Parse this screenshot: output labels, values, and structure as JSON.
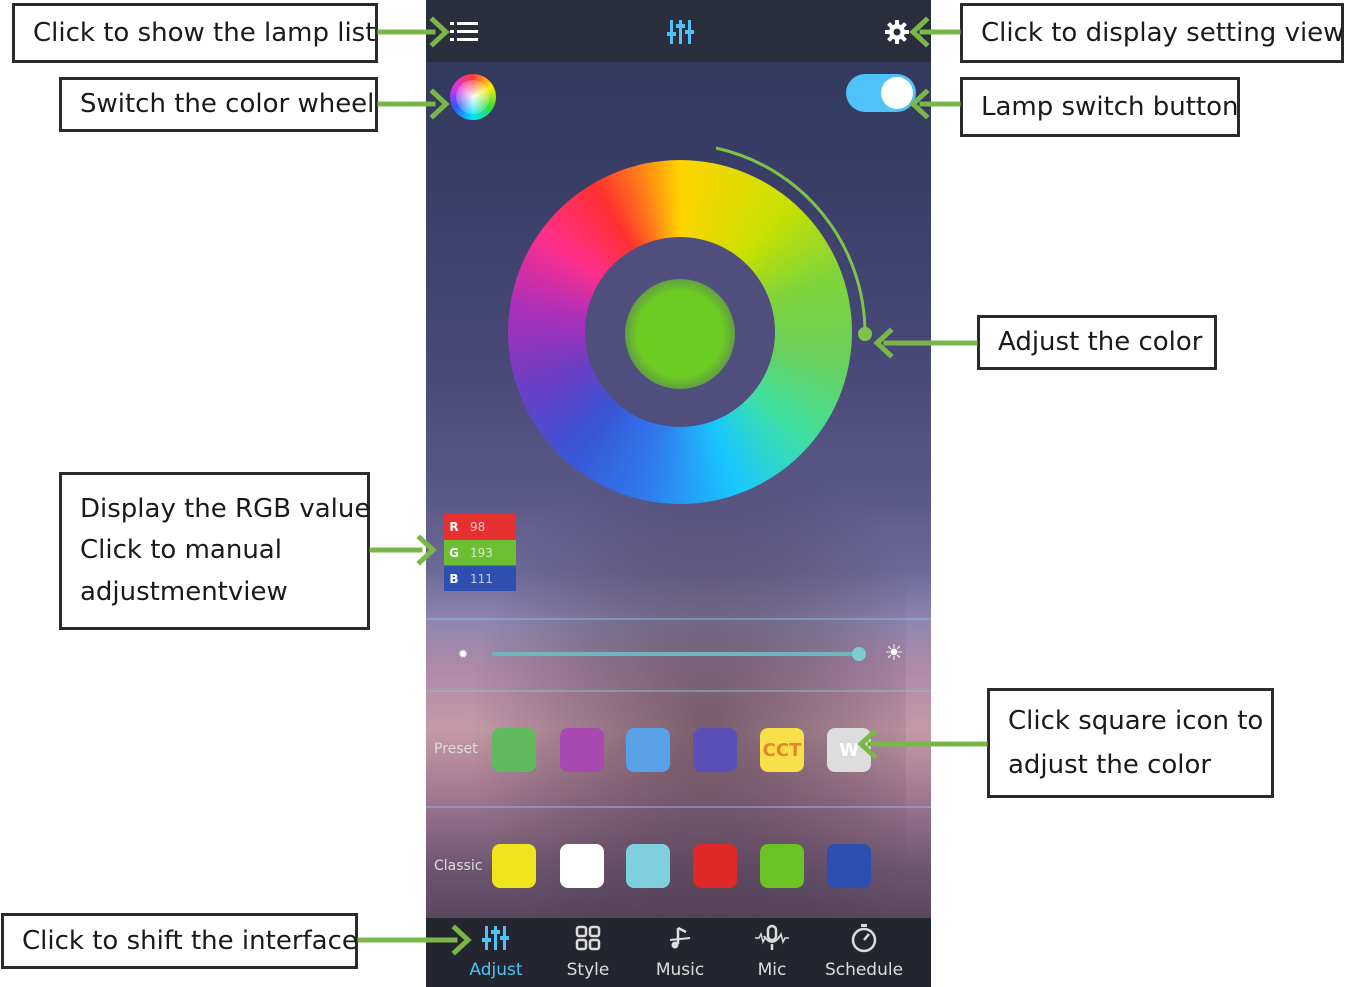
{
  "callouts": {
    "lamp_list": "Click to show the lamp list",
    "setting_view": "Click to display  setting view",
    "color_wheel": "Switch the color wheel",
    "lamp_switch": "Lamp switch button",
    "adjust_color": "Adjust the color",
    "rgb_line1": "Display the RGB value",
    "rgb_line2": "Click to manual",
    "rgb_line3": "adjustmentview",
    "square_line1": "Click square icon to",
    "square_line2": "adjust the color",
    "shift_interface": "Click to shift the interface"
  },
  "icons": {
    "menu": "list-icon",
    "top_center": "sliders-icon",
    "settings": "gear-icon",
    "color_wheel": "color-wheel-icon",
    "brightness_low": "sun-small-icon",
    "brightness_high": "sun-large-icon"
  },
  "lamp_switch": {
    "on": true,
    "color": "#4fc3f7"
  },
  "selected_color": "#6dcc22",
  "rgb": {
    "r_label": "R",
    "r_value": "98",
    "g_label": "G",
    "g_value": "193",
    "b_label": "B",
    "b_value": "111"
  },
  "brightness_fraction": 0.98,
  "preset": {
    "label": "Preset",
    "swatches": [
      {
        "color": "#5fb95f",
        "text": ""
      },
      {
        "color": "#a848b0",
        "text": ""
      },
      {
        "color": "#5aa2e8",
        "text": ""
      },
      {
        "color": "#5b4fb8",
        "text": ""
      },
      {
        "color": "#f7e04a",
        "text": "CCT"
      },
      {
        "color": "#dddddd",
        "text": "W"
      }
    ]
  },
  "classic": {
    "label": "Classic",
    "swatches": [
      {
        "color": "#f0e41e",
        "text": ""
      },
      {
        "color": "#ffffff",
        "text": ""
      },
      {
        "color": "#7fd0dc",
        "text": ""
      },
      {
        "color": "#e02828",
        "text": ""
      },
      {
        "color": "#6cc326",
        "text": ""
      },
      {
        "color": "#2c4fb4",
        "text": ""
      }
    ]
  },
  "nav": [
    {
      "label": "Adjust",
      "icon": "sliders-icon",
      "active": true
    },
    {
      "label": "Style",
      "icon": "grid-icon",
      "active": false
    },
    {
      "label": "Music",
      "icon": "music-note-icon",
      "active": false
    },
    {
      "label": "Mic",
      "icon": "microphone-icon",
      "active": false
    },
    {
      "label": "Schedule",
      "icon": "timer-icon",
      "active": false
    }
  ],
  "colors": {
    "arrow": "#7ab648",
    "nav_active": "#4fc3f7",
    "nav_inactive": "#dddddd"
  }
}
